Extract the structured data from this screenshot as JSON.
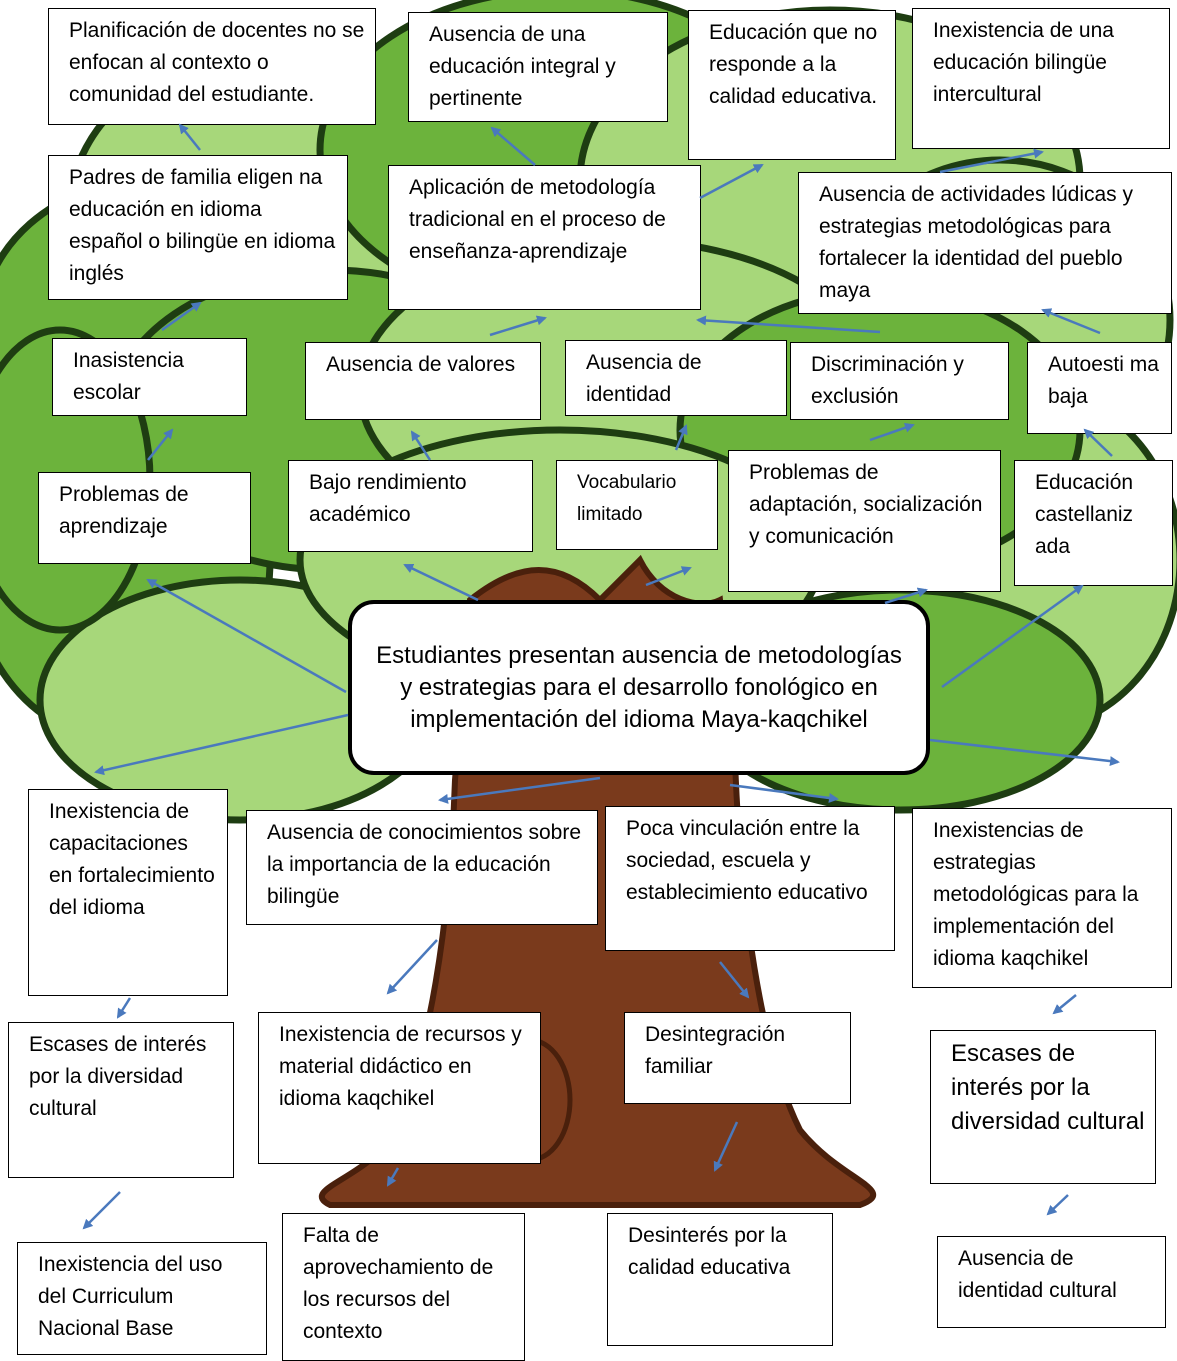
{
  "colors": {
    "leaf_dark": "#1e3d12",
    "leaf_mid": "#6cb33c",
    "leaf_light": "#a7d77a",
    "trunk": "#7a3a1c",
    "trunk_dark": "#4a200c",
    "arrow": "#4a79bd",
    "box_border": "#000000"
  },
  "center_problem": "Estudiantes presentan ausencia de metodologías y estrategias para el desarrollo fonológico en implementación del idioma Maya-kaqchikel",
  "effects": {
    "planificacion": "Planificación de docentes no se enfocan al contexto o comunidad del estudiante.",
    "educacion_integral": "Ausencia de una educación integral y pertinente",
    "calidad": "Educación que no responde a la calidad educativa.",
    "bilingue_intercultural": "Inexistencia de una educación bilingüe intercultural",
    "padres": "Padres de familia eligen na educación en idioma español o bilingüe en idioma inglés",
    "metodologia": "Aplicación de metodología tradicional en el proceso de enseñanza-aprendizaje",
    "ludicas": "Ausencia de actividades lúdicas y estrategias metodológicas para fortalecer la identidad del pueblo maya",
    "inasistencia": "Inasistencia escolar",
    "valores": "Ausencia de valores",
    "identidad": "Ausencia de identidad",
    "discriminacion": "Discriminación y exclusión",
    "autoestima": "Autoesti ma baja",
    "aprendizaje": "Problemas de aprendizaje",
    "rendimiento": "Bajo rendimiento académico",
    "vocabulario": "Vocabulario limitado",
    "adaptacion": "Problemas de adaptación, socialización y comunicación",
    "castellanizada": "Educación castellaniz ada"
  },
  "causes": {
    "capacitaciones": "Inexistencia de capacitaciones en fortalecimiento del idioma",
    "conocimientos": "Ausencia de conocimientos sobre la importancia de la educación bilingüe",
    "vinculacion": "Poca vinculación entre la sociedad, escuela y establecimiento educativo",
    "estrategias": "Inexistencias de estrategias metodológicas para la implementación del idioma kaqchikel",
    "escases_left": "Escases de interés por la diversidad cultural",
    "recursos": "Inexistencia de recursos y material didáctico en idioma kaqchikel",
    "desintegracion": "Desintegración familiar",
    "escases_right": "Escases de interés por la diversidad cultural",
    "curriculum": "Inexistencia del uso del Curriculum Nacional Base",
    "aprovechamiento": "Falta de aprovechamiento de los recursos del contexto",
    "desinteres": "Desinterés por la calidad educativa",
    "identidad_cultural": "Ausencia de identidad cultural"
  }
}
